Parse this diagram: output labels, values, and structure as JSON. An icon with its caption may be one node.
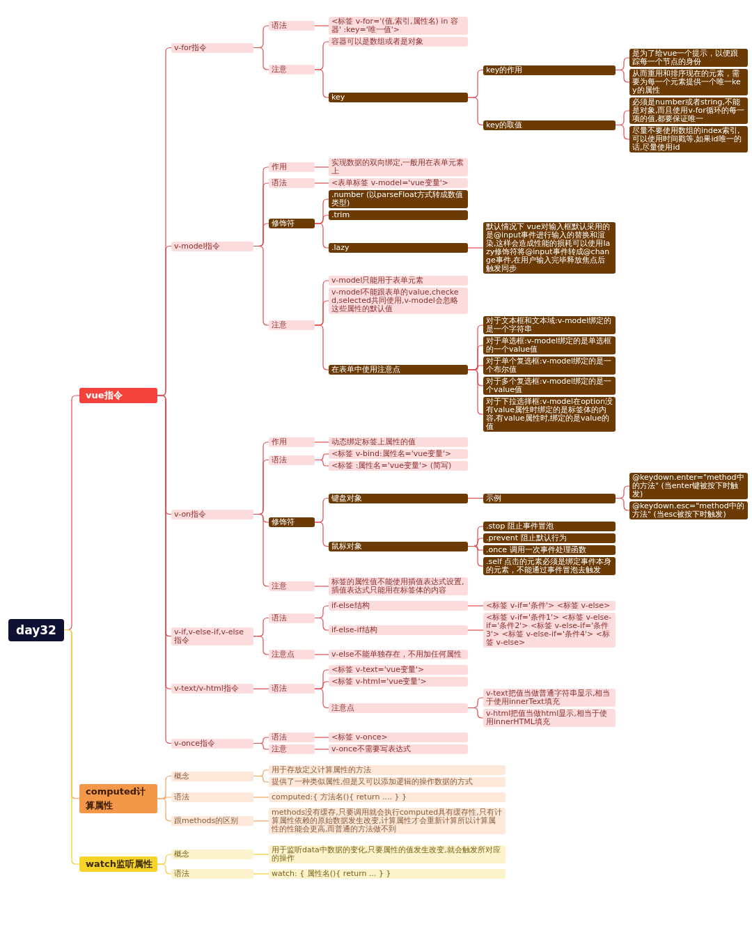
{
  "diagram": {
    "nodes": [
      {
        "text": [
          "day32"
        ]
      },
      {
        "text": [
          "vue指令"
        ]
      },
      {
        "text": [
          "v-for指令"
        ]
      },
      {
        "text": [
          "语法"
        ]
      },
      {
        "text": [
          "<标签 v-for='(值,索引,属性名) in 容器' :key='唯一值'>"
        ]
      },
      {
        "text": [
          "注意"
        ]
      },
      {
        "text": [
          "容器可以是数组或者是对象"
        ]
      },
      {
        "text": [
          "key"
        ]
      },
      {
        "text": [
          "key的作用"
        ]
      },
      {
        "text": [
          "是为了给vue一个提示，以便跟踪每一个节点的身份"
        ]
      },
      {
        "text": [
          "从而重用和排序现在的元素，需要为每一个元素提供一个唯一key的属性"
        ]
      },
      {
        "text": [
          "key的取值"
        ]
      },
      {
        "text": [
          "必须是number或者string,不能是对象,而且使用v-for循环的每一项的值,都要保证唯一"
        ]
      },
      {
        "text": [
          "尽量不要使用数组的index索引,可以使用时间戳等,如果id唯一的话,尽量使用id"
        ]
      },
      {
        "text": [
          "v-model指令"
        ]
      },
      {
        "text": [
          "作用"
        ]
      },
      {
        "text": [
          "实现数据的双向绑定,一般用在表单元素上"
        ]
      },
      {
        "text": [
          "语法"
        ]
      },
      {
        "text": [
          "<表单标签 v-model='vue变量'>"
        ]
      },
      {
        "text": [
          "修饰符"
        ]
      },
      {
        "text": [
          ".number (以parseFloat方式转成数值类型)"
        ]
      },
      {
        "text": [
          ".trim"
        ]
      },
      {
        "text": [
          ".lazy"
        ]
      },
      {
        "text": [
          "默认情况下 vue对输入框默认采用的是@input事件进行输入的替换和渲染,这样会造成性能的损耗可以使用lazy修饰符将@input事件转成@change事件,在用户输入完毕释放焦点后触发同步"
        ]
      },
      {
        "text": [
          "注意"
        ]
      },
      {
        "text": [
          "v-model只能用于表单元素"
        ]
      },
      {
        "text": [
          "v-model不能跟表单的value,checked,selected共同使用,v-model会忽略这些属性的默认值"
        ]
      },
      {
        "text": [
          "在表单中使用注意点"
        ]
      },
      {
        "text": [
          "对于文本框和文本域:v-model绑定的是一个字符串"
        ]
      },
      {
        "text": [
          "对于单选框:v-model绑定的是单选框的一个value值"
        ]
      },
      {
        "text": [
          "对于单个复选框:v-model绑定的是一个布尔值"
        ]
      },
      {
        "text": [
          "对于多个复选框:v-model绑定的是一个value值"
        ]
      },
      {
        "text": [
          "对于下拉选择框:v-model在option没有value属性时绑定的是标签体的内容,有value属性时,绑定的是value的值"
        ]
      },
      {
        "text": [
          "v-on指令"
        ]
      },
      {
        "text": [
          "作用"
        ]
      },
      {
        "text": [
          "动态绑定标签上属性的值"
        ]
      },
      {
        "text": [
          "语法"
        ]
      },
      {
        "text": [
          "<标签 v-bind:属性名='vue变量'>"
        ]
      },
      {
        "text": [
          "<标签 :属性名='vue变量'> (简写)"
        ]
      },
      {
        "text": [
          "修饰符"
        ]
      },
      {
        "text": [
          "键盘对象"
        ]
      },
      {
        "text": [
          "示例"
        ]
      },
      {
        "text": [
          "@keydown.enter=\"method中的方法\" (当enter键被按下时触发)"
        ]
      },
      {
        "text": [
          "@keydown.esc=\"method中的方法\" (当esc被按下时触发)"
        ]
      },
      {
        "text": [
          "鼠标对象"
        ]
      },
      {
        "text": [
          ".stop 阻止事件冒泡"
        ]
      },
      {
        "text": [
          ".prevent 阻止默认行为"
        ]
      },
      {
        "text": [
          ".once 调用一次事件处理函数"
        ]
      },
      {
        "text": [
          ".self 点击的元素必须是绑定事件本身的元素，不能通过事件冒泡去触发"
        ]
      },
      {
        "text": [
          "注意"
        ]
      },
      {
        "text": [
          "标签的属性值不能使用插值表达式设置,插值表达式只能用在标签体的内容"
        ]
      },
      {
        "text": [
          "v-if,v-else-if,v-else指令"
        ]
      },
      {
        "text": [
          "语法"
        ]
      },
      {
        "text": [
          "if-else结构"
        ]
      },
      {
        "text": [
          "<标签 v-if='条件'> <标签 v-else>"
        ]
      },
      {
        "text": [
          "if-else-if结构"
        ]
      },
      {
        "text": [
          "<标签 v-if='条件1'> <标签 v-else-if='条件2'> <标签 v-else-if='条件3'> <标签 v-else-if='条件4'> <标签 v-else>"
        ]
      },
      {
        "text": [
          "注意点"
        ]
      },
      {
        "text": [
          "v-else不能单独存在，不用加任何属性"
        ]
      },
      {
        "text": [
          "v-text/v-html指令"
        ]
      },
      {
        "text": [
          "语法"
        ]
      },
      {
        "text": [
          "<标签 v-text='vue变量'>"
        ]
      },
      {
        "text": [
          "<标签 v-html='vue变量'>"
        ]
      },
      {
        "text": [
          "注意点"
        ]
      },
      {
        "text": [
          "v-text把值当做普通字符串显示,相当于使用innerText填充"
        ]
      },
      {
        "text": [
          "v-html把值当做html显示,相当于使用innerHTML填充"
        ]
      },
      {
        "text": [
          "v-once指令"
        ]
      },
      {
        "text": [
          "语法"
        ]
      },
      {
        "text": [
          "<标签 v-once>"
        ]
      },
      {
        "text": [
          "注意"
        ]
      },
      {
        "text": [
          "v-once不需要写表达式"
        ]
      },
      {
        "text": [
          "computed计算属性"
        ]
      },
      {
        "text": [
          "概念"
        ]
      },
      {
        "text": [
          "用于存放定义计算属性的方法"
        ]
      },
      {
        "text": [
          "提供了一种类似属性,但是又可以添加逻辑的操作数据的方式"
        ]
      },
      {
        "text": [
          "语法"
        ]
      },
      {
        "text": [
          "computed:{ 方法名(){ return .... } }"
        ]
      },
      {
        "text": [
          "跟methods的区别"
        ]
      },
      {
        "text": [
          "methods没有缓存,只要调用就会执行computed具有缓存性,只有计算属性依赖的原始数据发生改变,计算属性才会重新计算所以计算属性的性能会更高,而普通的方法做不到"
        ]
      },
      {
        "text": [
          "watch监听属性"
        ]
      },
      {
        "text": [
          "概念"
        ]
      },
      {
        "text": [
          "用于监听data中数据的变化,只要属性的值发生改变,就会触发所对应的操作"
        ]
      },
      {
        "text": [
          "语法"
        ]
      },
      {
        "text": [
          "watch: { 属性名(){ return ... } }"
        ]
      }
    ],
    "edges": [
      {
        "from": 0,
        "to": 1,
        "arrow": "none"
      },
      {
        "from": 1,
        "to": 2,
        "arrow": "none"
      },
      {
        "from": 2,
        "to": 3,
        "arrow": "none"
      },
      {
        "from": 3,
        "to": 4,
        "arrow": "none"
      },
      {
        "from": 2,
        "to": 5,
        "arrow": "none"
      },
      {
        "from": 5,
        "to": 6,
        "arrow": "none"
      },
      {
        "from": 5,
        "to": 7,
        "arrow": "none"
      },
      {
        "from": 7,
        "to": 8,
        "arrow": "none"
      },
      {
        "from": 8,
        "to": 9,
        "arrow": "none"
      },
      {
        "from": 8,
        "to": 10,
        "arrow": "none"
      },
      {
        "from": 7,
        "to": 11,
        "arrow": "none"
      },
      {
        "from": 11,
        "to": 12,
        "arrow": "none"
      },
      {
        "from": 11,
        "to": 13,
        "arrow": "none"
      },
      {
        "from": 1,
        "to": 14,
        "arrow": "none"
      },
      {
        "from": 14,
        "to": 15,
        "arrow": "none"
      },
      {
        "from": 15,
        "to": 16,
        "arrow": "none"
      },
      {
        "from": 14,
        "to": 17,
        "arrow": "none"
      },
      {
        "from": 17,
        "to": 18,
        "arrow": "none"
      },
      {
        "from": 14,
        "to": 19,
        "arrow": "none"
      },
      {
        "from": 19,
        "to": 20,
        "arrow": "none"
      },
      {
        "from": 19,
        "to": 21,
        "arrow": "none"
      },
      {
        "from": 19,
        "to": 22,
        "arrow": "none"
      },
      {
        "from": 22,
        "to": 23,
        "arrow": "none"
      },
      {
        "from": 14,
        "to": 24,
        "arrow": "none"
      },
      {
        "from": 24,
        "to": 25,
        "arrow": "none"
      },
      {
        "from": 24,
        "to": 26,
        "arrow": "none"
      },
      {
        "from": 24,
        "to": 27,
        "arrow": "none"
      },
      {
        "from": 27,
        "to": 28,
        "arrow": "none"
      },
      {
        "from": 27,
        "to": 29,
        "arrow": "none"
      },
      {
        "from": 27,
        "to": 30,
        "arrow": "none"
      },
      {
        "from": 27,
        "to": 31,
        "arrow": "none"
      },
      {
        "from": 27,
        "to": 32,
        "arrow": "none"
      },
      {
        "from": 1,
        "to": 33,
        "arrow": "none"
      },
      {
        "from": 33,
        "to": 34,
        "arrow": "none"
      },
      {
        "from": 34,
        "to": 35,
        "arrow": "none"
      },
      {
        "from": 33,
        "to": 36,
        "arrow": "none"
      },
      {
        "from": 36,
        "to": 37,
        "arrow": "none"
      },
      {
        "from": 36,
        "to": 38,
        "arrow": "none"
      },
      {
        "from": 33,
        "to": 39,
        "arrow": "none"
      },
      {
        "from": 39,
        "to": 40,
        "arrow": "none"
      },
      {
        "from": 40,
        "to": 41,
        "arrow": "none"
      },
      {
        "from": 41,
        "to": 42,
        "arrow": "none"
      },
      {
        "from": 41,
        "to": 43,
        "arrow": "none"
      },
      {
        "from": 39,
        "to": 44,
        "arrow": "none"
      },
      {
        "from": 44,
        "to": 45,
        "arrow": "none"
      },
      {
        "from": 44,
        "to": 46,
        "arrow": "none"
      },
      {
        "from": 44,
        "to": 47,
        "arrow": "none"
      },
      {
        "from": 44,
        "to": 48,
        "arrow": "none"
      },
      {
        "from": 33,
        "to": 49,
        "arrow": "none"
      },
      {
        "from": 49,
        "to": 50,
        "arrow": "none"
      },
      {
        "from": 1,
        "to": 51,
        "arrow": "none"
      },
      {
        "from": 51,
        "to": 52,
        "arrow": "none"
      },
      {
        "from": 52,
        "to": 53,
        "arrow": "none"
      },
      {
        "from": 53,
        "to": 54,
        "arrow": "none"
      },
      {
        "from": 52,
        "to": 55,
        "arrow": "none"
      },
      {
        "from": 55,
        "to": 56,
        "arrow": "none"
      },
      {
        "from": 51,
        "to": 57,
        "arrow": "none"
      },
      {
        "from": 57,
        "to": 58,
        "arrow": "none"
      },
      {
        "from": 1,
        "to": 59,
        "arrow": "none"
      },
      {
        "from": 59,
        "to": 60,
        "arrow": "none"
      },
      {
        "from": 60,
        "to": 61,
        "arrow": "none"
      },
      {
        "from": 60,
        "to": 62,
        "arrow": "none"
      },
      {
        "from": 60,
        "to": 63,
        "arrow": "none"
      },
      {
        "from": 63,
        "to": 64,
        "arrow": "none"
      },
      {
        "from": 63,
        "to": 65,
        "arrow": "none"
      },
      {
        "from": 1,
        "to": 66,
        "arrow": "none"
      },
      {
        "from": 66,
        "to": 67,
        "arrow": "none"
      },
      {
        "from": 67,
        "to": 68,
        "arrow": "none"
      },
      {
        "from": 66,
        "to": 69,
        "arrow": "none"
      },
      {
        "from": 69,
        "to": 70,
        "arrow": "none"
      },
      {
        "from": 0,
        "to": 71,
        "arrow": "none",
        "color": "#f3a35a"
      },
      {
        "from": 71,
        "to": 72,
        "arrow": "none",
        "color": "#f3a35a"
      },
      {
        "from": 72,
        "to": 73,
        "arrow": "none",
        "color": "#f3a35a"
      },
      {
        "from": 72,
        "to": 74,
        "arrow": "none",
        "color": "#f3a35a"
      },
      {
        "from": 71,
        "to": 75,
        "arrow": "none",
        "color": "#f3a35a"
      },
      {
        "from": 75,
        "to": 76,
        "arrow": "none",
        "color": "#f3a35a"
      },
      {
        "from": 71,
        "to": 77,
        "arrow": "none",
        "color": "#f3a35a"
      },
      {
        "from": 77,
        "to": 78,
        "arrow": "none",
        "color": "#f3a35a"
      },
      {
        "from": 0,
        "to": 79,
        "arrow": "none",
        "color": "#f0cc2a"
      },
      {
        "from": 79,
        "to": 80,
        "arrow": "none",
        "color": "#f0cc2a"
      },
      {
        "from": 80,
        "to": 81,
        "arrow": "none",
        "color": "#f0cc2a"
      },
      {
        "from": 79,
        "to": 82,
        "arrow": "none",
        "color": "#f0cc2a"
      },
      {
        "from": 82,
        "to": 83,
        "arrow": "none",
        "color": "#f0cc2a"
      }
    ]
  }
}
